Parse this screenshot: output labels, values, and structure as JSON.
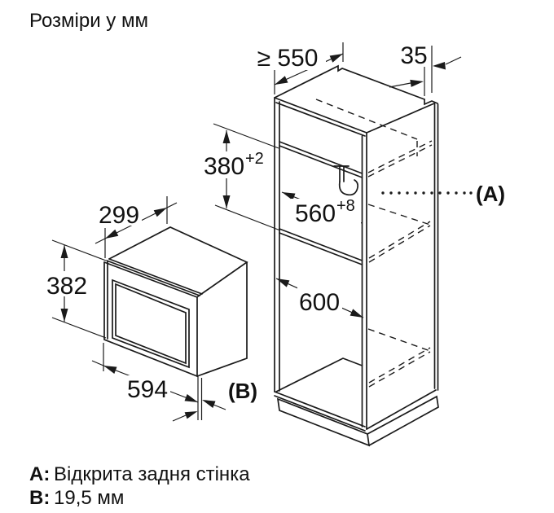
{
  "title": "Розміри у мм",
  "dimensions": {
    "min_depth": "≥ 550",
    "rear_gap": "35",
    "niche_height": "380",
    "niche_height_tol": "+2",
    "niche_width": "560",
    "niche_width_tol": "+8",
    "appliance_depth": "299",
    "appliance_height": "382",
    "lower_niche_width": "600",
    "appliance_width": "594",
    "callout_a": "(A)",
    "callout_b": "(B)"
  },
  "footnotes": {
    "a_key": "A:",
    "a_text": "Відкрита задня стінка",
    "b_key": "B:",
    "b_text": "19,5 мм"
  },
  "colors": {
    "line": "#1a1a1a",
    "background": "#ffffff"
  }
}
